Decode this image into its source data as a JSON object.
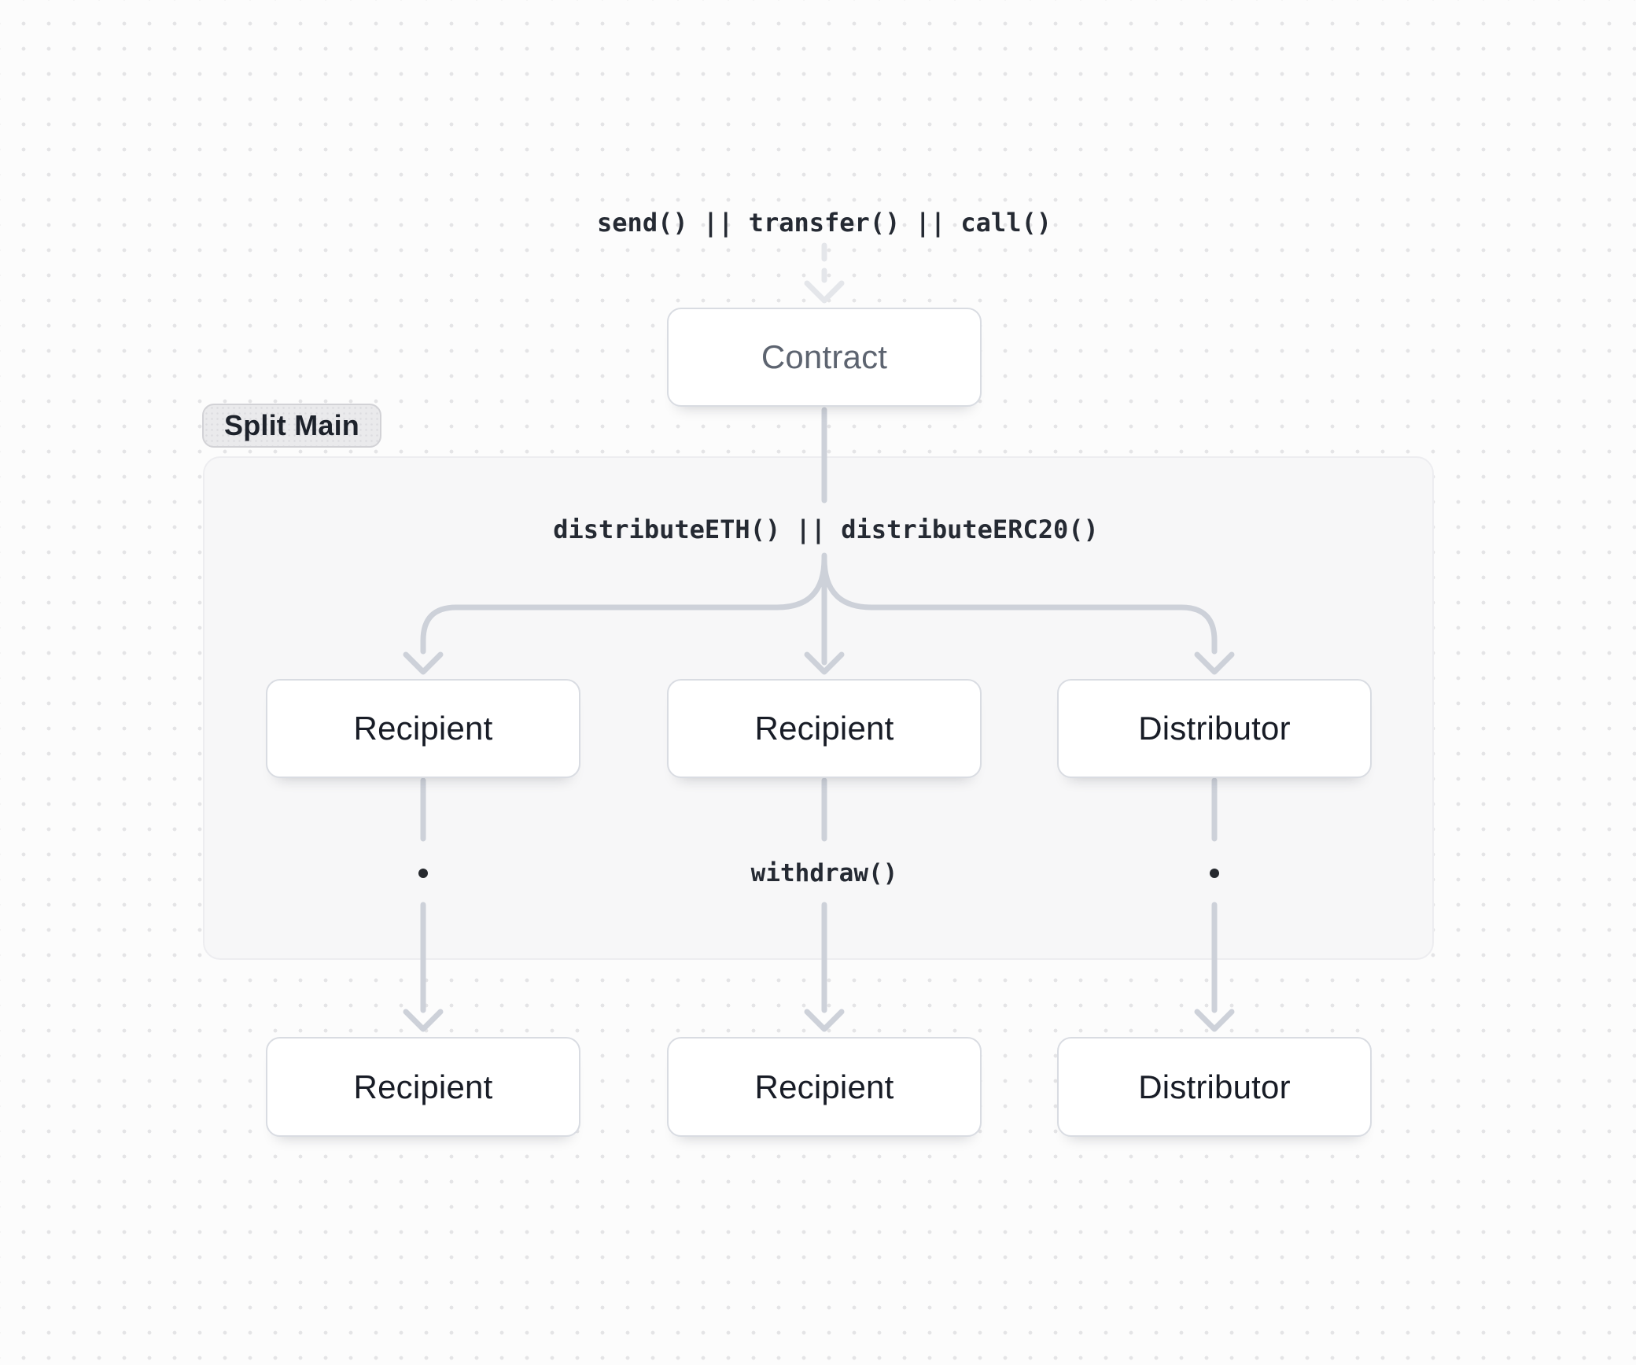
{
  "diagram": {
    "top_call": "send() || transfer() || call()",
    "contract_label": "Contract",
    "group_badge": "Split Main",
    "distribute_call": "distributeETH() || distributeERC20()",
    "withdraw_call": "withdraw()",
    "middle_row": [
      "Recipient",
      "Recipient",
      "Distributor"
    ],
    "bottom_row": [
      "Recipient",
      "Recipient",
      "Distributor"
    ]
  },
  "icons": {
    "arrowhead": "chevron-down",
    "ellipsis_bullet": "dot"
  },
  "colors": {
    "line": "#cdd1d9",
    "dashed_line": "#e4e6ea",
    "bullet": "#26292e",
    "box_border": "#d9dce2",
    "box_bg": "#ffffff",
    "label_dark": "#181c26",
    "contract_text": "#5d6470",
    "code_text": "#252a33",
    "canvas_bg": "#fcfcfc",
    "dot_color": "#e4e4e6",
    "container_bg": "#f7f7f8",
    "container_border": "#ededf0",
    "badge_bg": "#eaeaec",
    "badge_border": "#d2d2d6",
    "badge_text": "#1d222b"
  }
}
